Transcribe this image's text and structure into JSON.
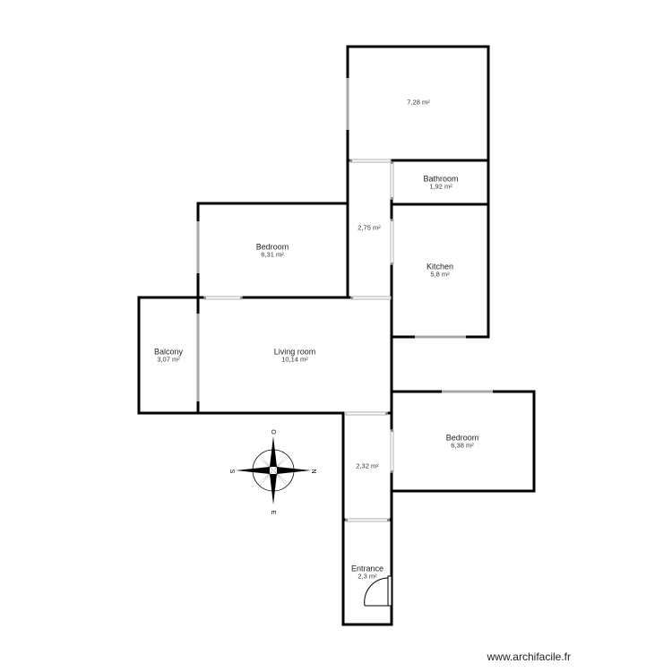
{
  "app": "archifacile floor plan",
  "watermark": "www.archifacile.fr",
  "colors": {
    "wall": "#000000",
    "window": "#a8a8a8",
    "door_opening": "#cccccc",
    "background": "#ffffff"
  },
  "rooms": [
    {
      "id": "room-top",
      "name": "",
      "area": "7,28 m²"
    },
    {
      "id": "bathroom",
      "name": "Bathroom",
      "area": "1,92 m²"
    },
    {
      "id": "hallway-upper",
      "name": "",
      "area": "2,75 m²"
    },
    {
      "id": "bedroom-1",
      "name": "Bedroom",
      "area": "6,31 m²"
    },
    {
      "id": "kitchen",
      "name": "Kitchen",
      "area": "5,8 m²"
    },
    {
      "id": "balcony",
      "name": "Balcony",
      "area": "3,07 m²"
    },
    {
      "id": "living-room",
      "name": "Living room",
      "area": "10,14 m²"
    },
    {
      "id": "hallway-lower",
      "name": "",
      "area": "2,32 m²"
    },
    {
      "id": "bedroom-2",
      "name": "Bedroom",
      "area": "6,38 m²"
    },
    {
      "id": "entrance",
      "name": "Entrance",
      "area": "2,3 m²"
    }
  ],
  "compass": {
    "top": "O",
    "right": "N",
    "bottom": "E",
    "left": "S"
  }
}
